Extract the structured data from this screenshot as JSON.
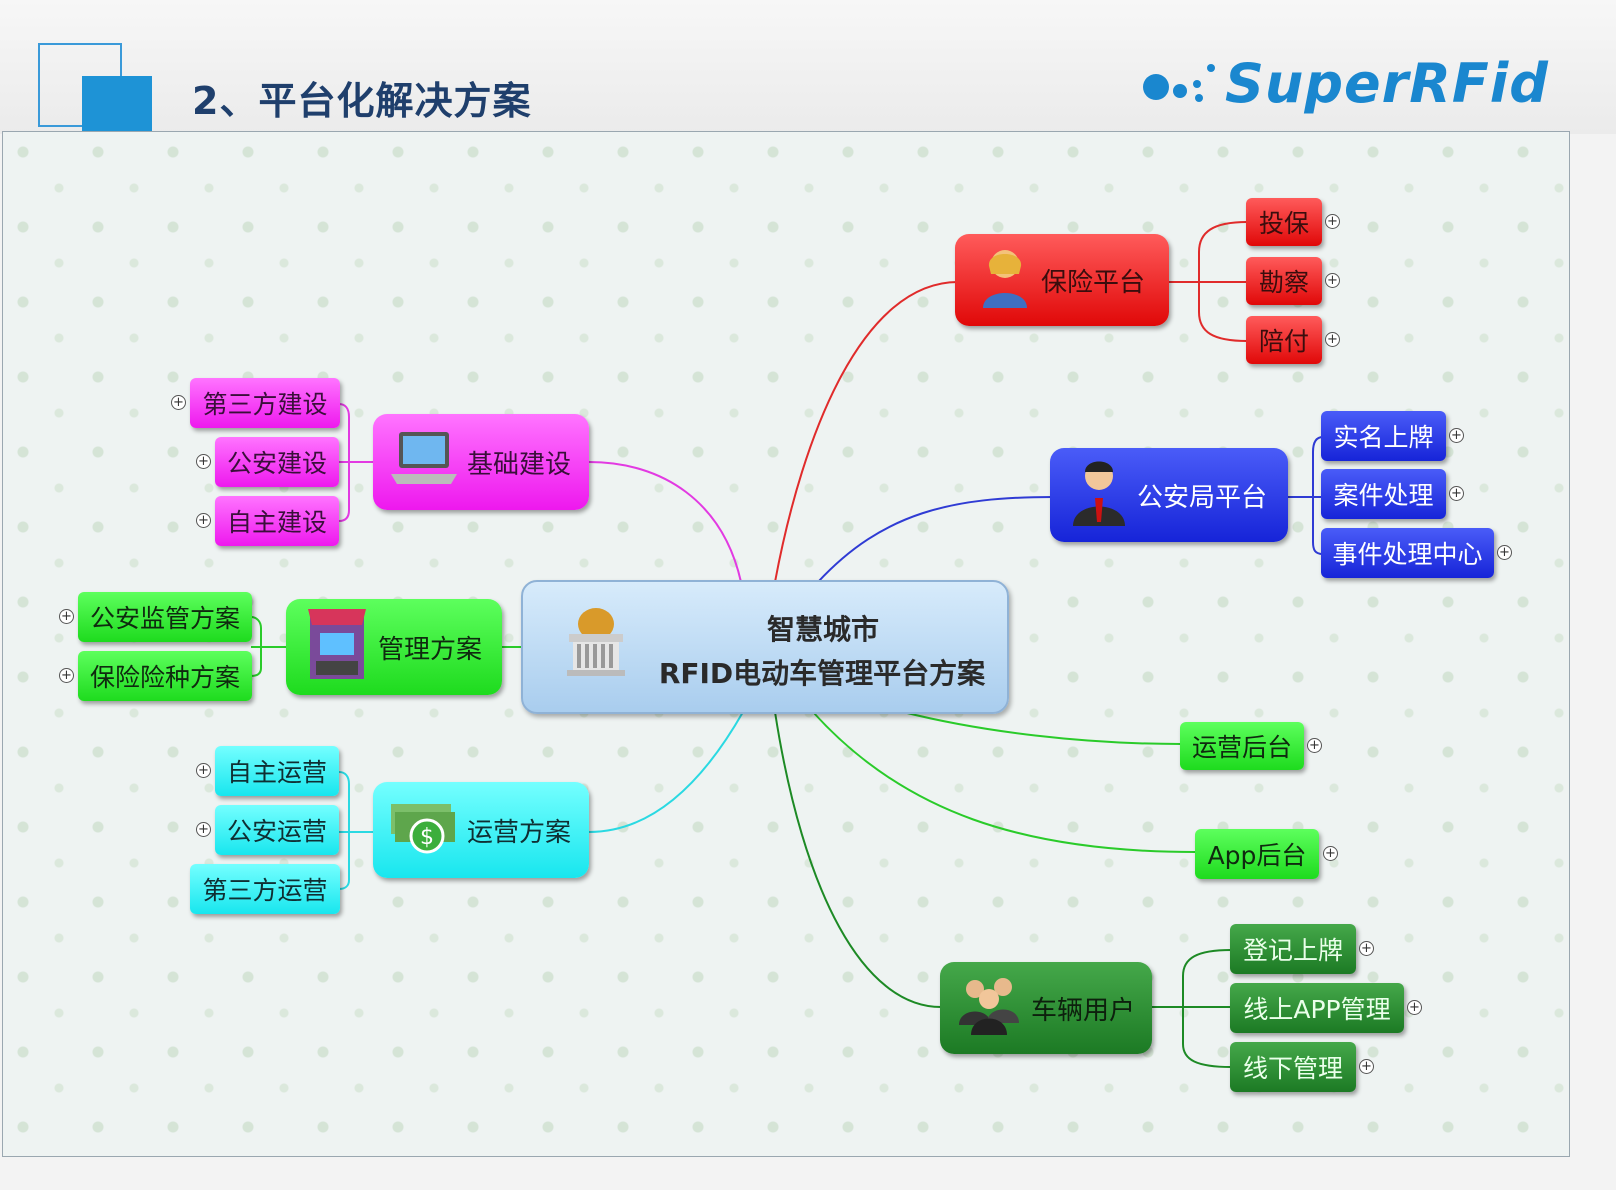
{
  "header": {
    "title": "2、平台化解决方案",
    "logo_text": "SuperRFid"
  },
  "center": {
    "line1": "智慧城市",
    "line2": "RFID电动车管理平台方案",
    "icon": "building-icon"
  },
  "branches": {
    "insurance": {
      "label": "保险平台",
      "icon": "woman-user-icon",
      "items": [
        "投保",
        "勘察",
        "陪付"
      ]
    },
    "police": {
      "label": "公安局平台",
      "icon": "businessman-icon",
      "items": [
        "实名上牌",
        "案件处理",
        "事件处理中心"
      ]
    },
    "infrastructure": {
      "label": "基础建设",
      "icon": "laptop-icon",
      "items": [
        "第三方建设",
        "公安建设",
        "自主建设"
      ]
    },
    "management": {
      "label": "管理方案",
      "icon": "kiosk-icon",
      "items": [
        "公安监管方案",
        "保险险种方案"
      ]
    },
    "operations": {
      "label": "运营方案",
      "icon": "money-icon",
      "items": [
        "自主运营",
        "公安运营",
        "第三方运营"
      ]
    },
    "ops_backend": {
      "label": "运营后台"
    },
    "app_backend": {
      "label": "App后台"
    },
    "vehicle_users": {
      "label": "车辆用户",
      "icon": "user-group-icon",
      "items": [
        "登记上牌",
        "线上APP管理",
        "线下管理"
      ]
    }
  },
  "colors": {
    "red": "#e00808",
    "blue": "#1624d8",
    "magenta": "#ee18ee",
    "green": "#1edb1e",
    "cyan": "#18e6ee",
    "dark_green": "#1c7a24",
    "center": "#a9cdee",
    "title": "#1f3f6c",
    "logo": "#1a87cf"
  }
}
